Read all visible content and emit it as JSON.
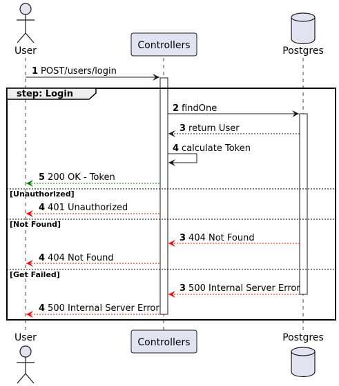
{
  "participants": {
    "user": "User",
    "controllers": "Controllers",
    "postgres": "Postgres"
  },
  "group_title": "step: Login",
  "sections": {
    "unauthorized": "[Unauthorized]",
    "not_found": "[Not Found]",
    "get_failed": "[Get Failed]"
  },
  "messages": [
    {
      "num": "1",
      "text": "POST/users/login"
    },
    {
      "num": "2",
      "text": "findOne"
    },
    {
      "num": "3",
      "text": "return User"
    },
    {
      "num": "4",
      "text": "calculate Token"
    },
    {
      "num": "5",
      "text": "200 OK - Token"
    },
    {
      "num": "4",
      "text": "401 Unauthorized"
    },
    {
      "num": "3",
      "text": "404 Not Found"
    },
    {
      "num": "4",
      "text": "404 Not Found"
    },
    {
      "num": "3",
      "text": "500 Internal Server Error"
    },
    {
      "num": "4",
      "text": "500 Internal Server Error"
    }
  ],
  "colors": {
    "participant_fill": "#E2E2F0",
    "participant_border": "#181818",
    "success_arrow": "#008000",
    "error_arrow": "#FF0000",
    "default_arrow": "#181818"
  },
  "icons": {
    "user": "actor-stick-figure-icon",
    "postgres": "database-cylinder-icon"
  }
}
